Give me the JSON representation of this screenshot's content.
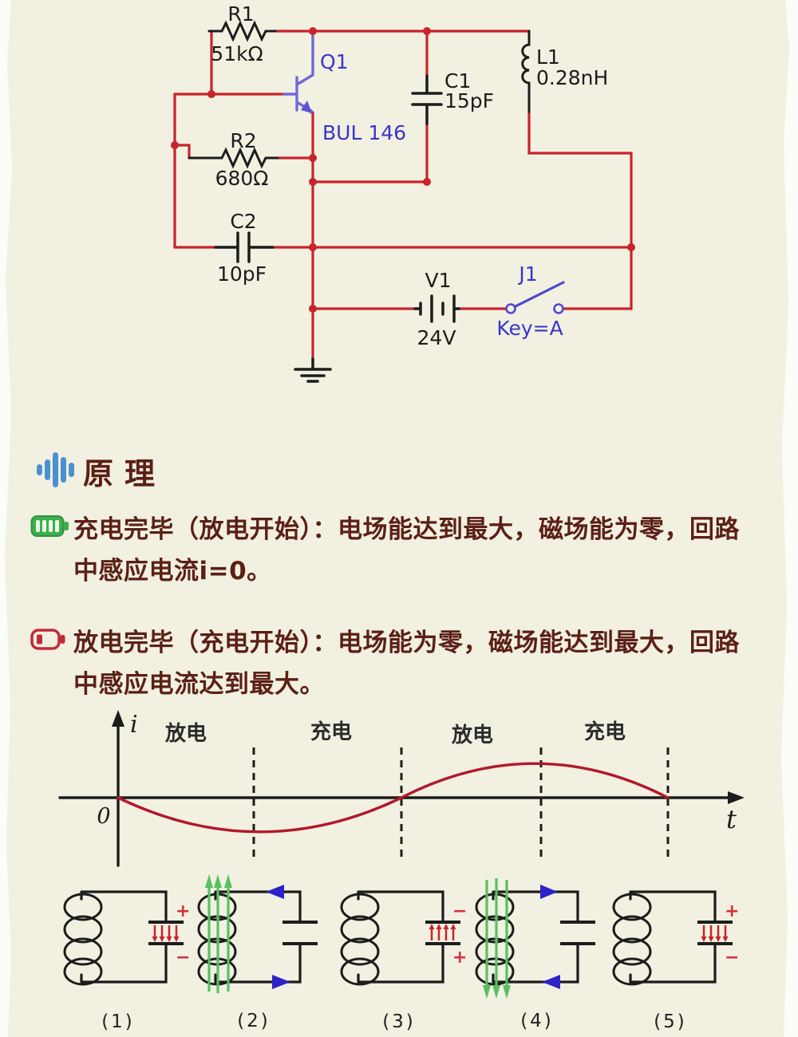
{
  "circuit": {
    "r1": {
      "ref": "R1",
      "value": "51kΩ"
    },
    "r2": {
      "ref": "R2",
      "value": "680Ω"
    },
    "c1": {
      "ref": "C1",
      "value": "15pF"
    },
    "c2": {
      "ref": "C2",
      "value": "10pF"
    },
    "l1": {
      "ref": "L1",
      "value": "0.28nH"
    },
    "q1": {
      "ref": "Q1",
      "model": "BUL 146"
    },
    "v1": {
      "ref": "V1",
      "value": "24V"
    },
    "j1": {
      "ref": "J1",
      "value": "Key=A"
    }
  },
  "principle": {
    "title": "原理",
    "bullets": [
      {
        "icon": "battery-full-green",
        "line1": "充电完毕（放电开始）：电场能达到最大，磁场能为零，回路",
        "line2": "中感应电流i=0。"
      },
      {
        "icon": "battery-low-red",
        "line1": "放电完毕（充电开始）：电场能为零，磁场能达到最大，回路",
        "line2": "中感应电流达到最大。"
      }
    ]
  },
  "graph": {
    "y_label": "i",
    "origin_label": "0",
    "x_label": "t",
    "phases": [
      "放电",
      "充电",
      "放电",
      "充电"
    ]
  },
  "cells": {
    "labels": [
      "(1)",
      "(2)",
      "(3)",
      "(4)",
      "(5)"
    ],
    "plus": "+",
    "minus": "−"
  },
  "colors": {
    "background": "#f1f0e1",
    "wire_red": "#c8242b",
    "component_black": "#1c1c1c",
    "schematic_blue": "#3b35c6",
    "text_maroon": "#5c1f15",
    "curve_red": "#b2182b",
    "field_green": "#58c060",
    "current_blue": "#2b23c8",
    "battery_green": "#3fae4e",
    "battery_red": "#c22a3a",
    "header_icon_blue": "#4c90d2"
  }
}
